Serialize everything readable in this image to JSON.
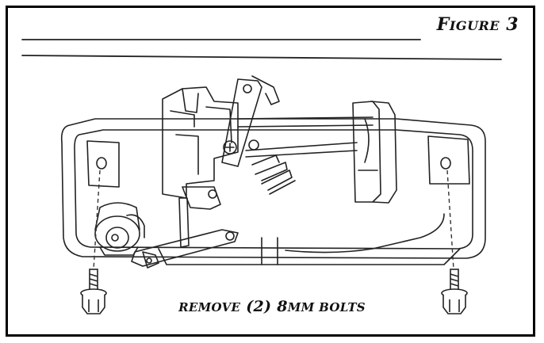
{
  "figure": {
    "label": "FIGURE 3",
    "label_first": "F",
    "label_rest": "IGURE",
    "label_num": "3"
  },
  "caption": {
    "text": "REMOVE (2) 8MM BOLTS",
    "part1": "REMOVE",
    "part2": "(2)",
    "part3_big": "8",
    "part3_small": "MM BOLTS"
  },
  "colors": {
    "line": "#222222",
    "frame": "#000000"
  }
}
